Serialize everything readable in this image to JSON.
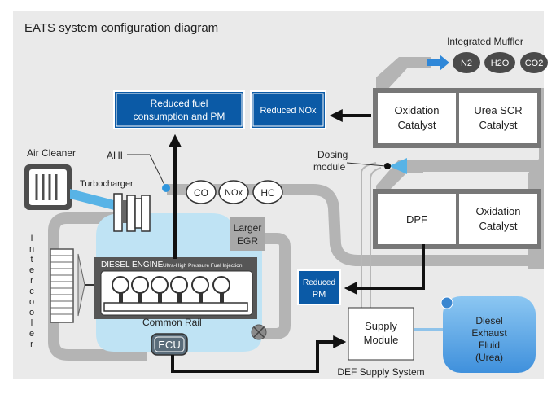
{
  "title": "EATS system configuration diagram",
  "muffler": {
    "label": "Integrated Muffler",
    "oxidation_catalyst": [
      "Oxidation",
      "Catalyst"
    ],
    "urea_scr_catalyst": [
      "Urea SCR",
      "Catalyst"
    ],
    "dpf": "DPF",
    "oxidation_catalyst_2": [
      "Oxidation",
      "Catalyst"
    ]
  },
  "outputs": {
    "n2": "N2",
    "h2o": "H2O",
    "co2": "CO2"
  },
  "results": {
    "reduced_fuel": [
      "Reduced fuel",
      "consumption and PM"
    ],
    "reduced_nox": "Reduced NOx",
    "reduced_pm": [
      "Reduced",
      "PM"
    ]
  },
  "emissions": {
    "co": "CO",
    "nox": "NOx",
    "hc": "HC"
  },
  "engine": {
    "air_cleaner": "Air Cleaner",
    "turbocharger": "Turbocharger",
    "ahi": "AHI",
    "intercooler_letters": [
      "I",
      "n",
      "t",
      "e",
      "r",
      "c",
      "o",
      "o",
      "l",
      "e",
      "r"
    ],
    "larger_egr": [
      "Larger",
      "EGR"
    ],
    "diesel_engine": "DIESEL ENGINE",
    "injection": "Ultra-High Pressure Fuel Injection",
    "common_rail": "Common Rail",
    "ecu": "ECU"
  },
  "dosing": {
    "label": [
      "Dosing",
      "module"
    ]
  },
  "supply": {
    "module": [
      "Supply",
      "Module"
    ],
    "system": "DEF Supply System",
    "def_tank": [
      "Diesel",
      "Exhaust",
      "Fluid",
      "(Urea)"
    ]
  },
  "colors": {
    "panel": "#eaeaea",
    "pipe": "#b4b4b4",
    "blue_box": "#0b5aa6",
    "blue_light": "#bfe3f4",
    "def_blue": "#5aa6e6",
    "engine_dark": "#565656"
  }
}
